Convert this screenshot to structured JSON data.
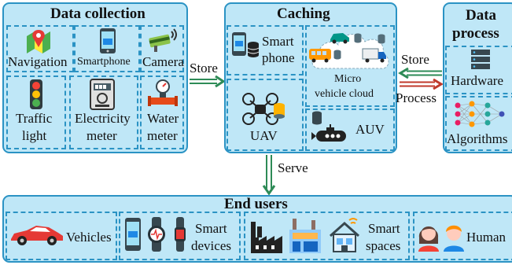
{
  "panels": {
    "data_collection": {
      "title": "Data collection",
      "items": {
        "navigation": "Navigation",
        "smartphone": "Smartphone",
        "camera": "Camera",
        "traffic_light_1": "Traffic",
        "traffic_light_2": "light",
        "electricity_meter_1": "Electricity",
        "electricity_meter_2": "meter",
        "water_meter_1": "Water",
        "water_meter_2": "meter"
      }
    },
    "caching": {
      "title": "Caching",
      "items": {
        "smart_phone_1": "Smart",
        "smart_phone_2": "phone",
        "micro_cloud_1": "Micro",
        "micro_cloud_2": "vehicle cloud",
        "uav": "UAV",
        "auv": "AUV"
      }
    },
    "data_process": {
      "title_1": "Data",
      "title_2": "process",
      "items": {
        "hardware": "Hardware",
        "algorithms": "Algorithms"
      }
    },
    "end_users": {
      "title": "End users",
      "items": {
        "vehicles": "Vehicles",
        "smart_devices_1": "Smart",
        "smart_devices_2": "devices",
        "smart_spaces_1": "Smart",
        "smart_spaces_2": "spaces",
        "human": "Human"
      }
    }
  },
  "arrows": {
    "store_left": "Store",
    "store_right": "Store",
    "process": "Process",
    "serve": "Serve"
  },
  "colors": {
    "panel_fill": "#bfe7f7",
    "panel_border": "#2b93c4",
    "arrow_green": "#2e8b57",
    "arrow_red": "#c0392b"
  },
  "icons": [
    "map-pin-icon",
    "smartphone-icon",
    "security-camera-icon",
    "traffic-light-icon",
    "electricity-meter-icon",
    "water-meter-icon",
    "database-icon",
    "drone-icon",
    "car-icon",
    "bus-icon",
    "truck-icon",
    "submarine-icon",
    "server-icon",
    "neural-network-icon",
    "sports-car-icon",
    "smartwatch-icon",
    "factory-icon",
    "smart-home-icon",
    "woman-icon",
    "man-icon"
  ]
}
